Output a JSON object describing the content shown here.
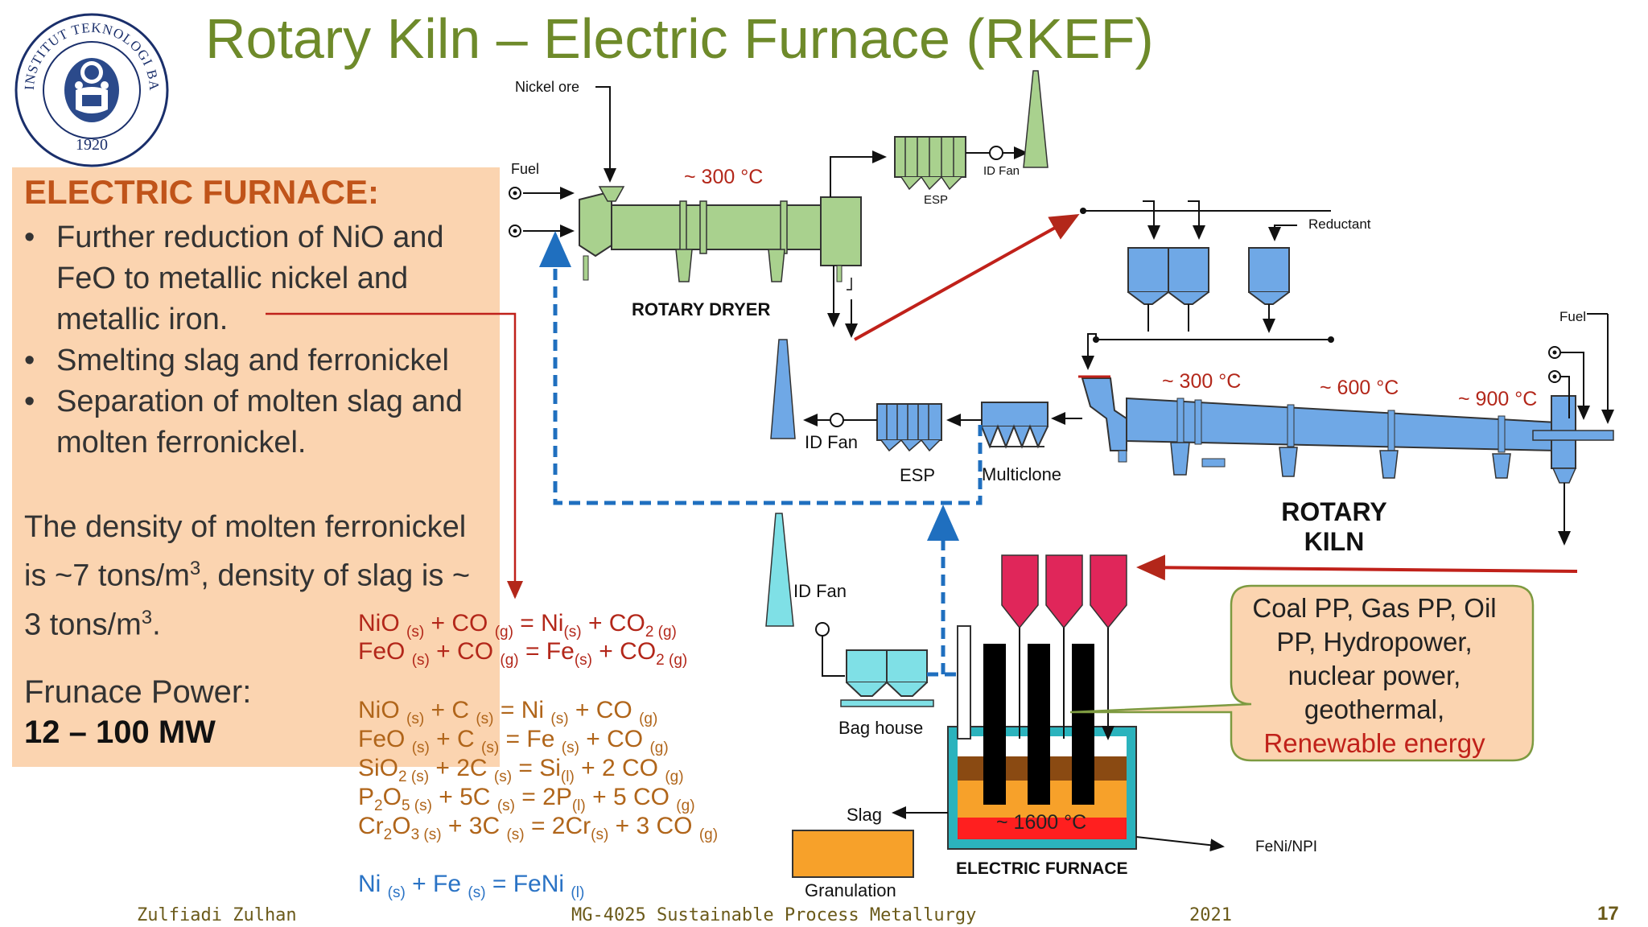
{
  "title": "Rotary Kiln – Electric Furnace (RKEF)",
  "logo": {
    "ring_text": "INSTITUT TEKNOLOGI BANDUNG",
    "year": "1920"
  },
  "panel": {
    "heading": "ELECTRIC FURNACE:",
    "bullets": [
      {
        "lines": [
          "Further reduction of NiO and",
          "FeO to metallic nickel and",
          "metallic iron."
        ]
      },
      {
        "lines": [
          "Smelting slag and ferronickel"
        ]
      },
      {
        "lines": [
          "Separation of molten slag and",
          "molten ferronickel."
        ]
      }
    ],
    "density_line1": "The density of molten ferronickel",
    "density_line2a": "is ~7 tons/m",
    "density_line2b": ", density of slag is ~",
    "density_line3": "3 tons/m",
    "density_sup": "3",
    "density_end": ".",
    "power_label": "Frunace Power:",
    "power_value": "12 – 100 MW"
  },
  "equations": {
    "eq1": {
      "a": "NiO ",
      "a_s": "(s)",
      "b": " + CO ",
      "b_s": "(g)",
      "c": " = Ni",
      "c_s": "(s)",
      "d": " + CO",
      "d_s": "2 (g)"
    },
    "eq2": {
      "a": "FeO ",
      "a_s": "(s)",
      "b": " + CO ",
      "b_s": "(g)",
      "c": " = Fe",
      "c_s": "(s)",
      "d": " + CO",
      "d_s": "2 (g)"
    },
    "eq3": {
      "a": "NiO ",
      "a_s": "(s)",
      "b": "  + C ",
      "b_s": "(s)",
      "c": " = Ni ",
      "c_s": "(s)",
      "d": " + CO ",
      "d_s": "(g)"
    },
    "eq4": {
      "a": "FeO ",
      "a_s": "(s)",
      "b": "  + C ",
      "b_s": "(s)",
      "c": " = Fe ",
      "c_s": "(s)",
      "d": " + CO ",
      "d_s": "(g)"
    },
    "eq5": {
      "a": "SiO",
      "a_s": "2 (s)",
      "b": " + 2C ",
      "b_s": "(s)",
      "c": " = Si",
      "c_s": "(l)",
      "d": " + 2 CO ",
      "d_s": "(g)"
    },
    "eq6": {
      "a": "P",
      "a_s1": "2",
      "a2": "O",
      "a_s": "5 (s)",
      "b": " + 5C ",
      "b_s": "(s)",
      "c": " = 2P",
      "c_s": "(l)",
      "d": " + 5 CO ",
      "d_s": "(g)"
    },
    "eq7": {
      "a": "Cr",
      "a_s1": "2",
      "a2": "O",
      "a_s": "3 (s)",
      "b": " + 3C ",
      "b_s": "(s)",
      "c": " = 2Cr",
      "c_s": "(s)",
      "d": " + 3 CO ",
      "d_s": "(g)"
    },
    "eq8": {
      "a": "Ni ",
      "a_s": "(s)",
      "b": "  + Fe ",
      "b_s": "(s)",
      "c": " = FeNi ",
      "c_s": "(l)"
    }
  },
  "diagram": {
    "nickel_ore": "Nickel ore",
    "fuel_dryer": "Fuel",
    "temp_dryer": "~ 300 °C",
    "esp_top": "ESP",
    "id_fan_top": "ID Fan",
    "rotary_dryer": "ROTARY DRYER",
    "reductant": "Reductant",
    "fuel_kiln": "Fuel",
    "temp_kiln_1": "~ 300 °C",
    "temp_kiln_2": "~ 600 °C",
    "temp_kiln_3": "~ 900 °C",
    "id_fan_mid": "ID Fan",
    "esp_mid": "ESP",
    "multiclone": "Multiclone",
    "rotary_kiln_1": "ROTARY",
    "rotary_kiln_2": "KILN",
    "id_fan_low": "ID Fan",
    "bag_house": "Bag house",
    "slag": "Slag",
    "granulation": "Granulation",
    "furnace_temp": "~ 1600 °C",
    "electric_furnace": "ELECTRIC FURNACE",
    "feni": "FeNi/NPI"
  },
  "callout": {
    "line1": "Coal PP, Gas PP, Oil",
    "line2": "PP, Hydropower,",
    "line3": "nuclear power,",
    "line4": "geothermal,",
    "line5": "Renewable energy"
  },
  "footer": {
    "author": "Zulfiadi Zulhan",
    "course": "MG-4025 Sustainable Process Metallurgy",
    "year": "2021",
    "page": "17"
  },
  "colors": {
    "title": "#6e8a2a",
    "heading": "#c0541a",
    "panel": "#fbd4b0",
    "dryer": "#a9d18e",
    "kiln": "#6fa8e6",
    "cyan": "#7fe0e6",
    "red": "#b3271a",
    "callout": "#fbd4b0"
  }
}
